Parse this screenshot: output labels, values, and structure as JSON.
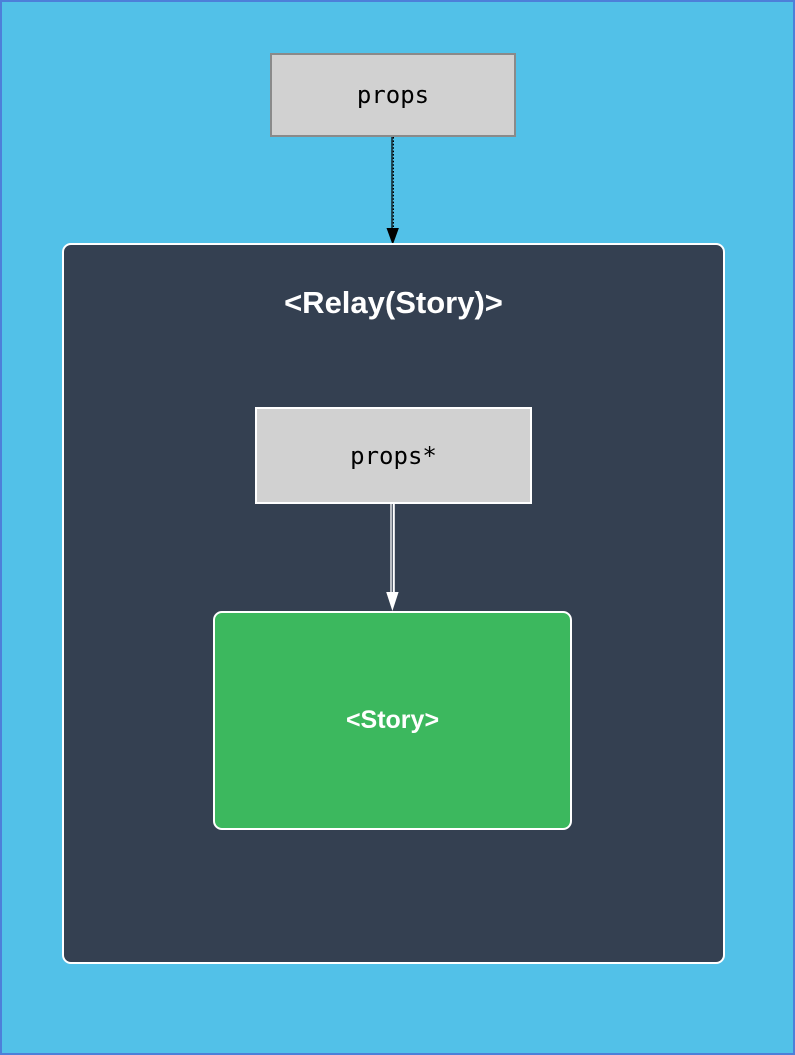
{
  "colors": {
    "page_background": "#52c1e8",
    "page_border": "#4d7fd9",
    "container_background": "#344051",
    "container_border": "#ffffff",
    "gray_box_fill": "#d1d1d1",
    "gray_box_border": "#8a8a8a",
    "story_fill": "#3cb85e",
    "story_border": "#ffffff",
    "arrow_black": "#000000",
    "arrow_white": "#ffffff",
    "title_text": "#ffffff",
    "box_text": "#000000"
  },
  "nodes": {
    "props_box": {
      "label": "props"
    },
    "relay_container": {
      "title": "<Relay(Story)>"
    },
    "props_star_box": {
      "label": "props*"
    },
    "story_box": {
      "label": "<Story>"
    }
  },
  "edges": [
    {
      "from": "props_box",
      "to": "relay_container",
      "style": "dotted",
      "color": "#000000",
      "direction": "down"
    },
    {
      "from": "props_star_box",
      "to": "story_box",
      "style": "dotted",
      "color": "#ffffff",
      "direction": "down"
    }
  ]
}
